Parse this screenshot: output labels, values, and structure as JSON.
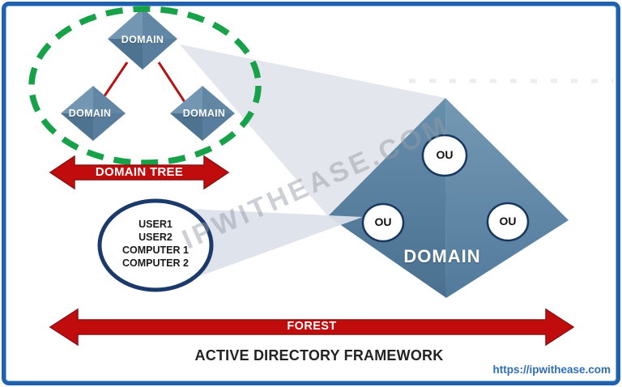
{
  "tree": {
    "root_domain": "DOMAIN",
    "left_domain": "DOMAIN",
    "right_domain": "DOMAIN",
    "arrow_label": "DOMAIN TREE"
  },
  "ou_members": {
    "items": [
      "USER1",
      "USER2",
      "COMPUTER 1",
      "COMPUTER 2"
    ]
  },
  "pyramid": {
    "label": "DOMAIN",
    "ou_top": "OU",
    "ou_left": "OU",
    "ou_right": "OU"
  },
  "forest": {
    "arrow_label": "FOREST"
  },
  "title": "ACTIVE DIRECTORY FRAMEWORK",
  "watermark": "IPWITHEASE.COM",
  "footer": {
    "link_text": "https://ipwithease.com"
  },
  "colors": {
    "frame_blue": "#2061ad",
    "arrow_red": "#c00c0c",
    "tree_line_red": "#b51414",
    "dashed_green": "#17a24a",
    "pyramid_blue_left": "#5d84a3",
    "pyramid_blue_right": "#527a9b",
    "diamond_blue": "#6187a5",
    "circle_navy": "#1b3a6b",
    "ou_border_navy": "#17365d",
    "link_blue": "#2e6db8",
    "beam_gray": "#e3e6ed",
    "watermark_gray": "#969aa6"
  }
}
